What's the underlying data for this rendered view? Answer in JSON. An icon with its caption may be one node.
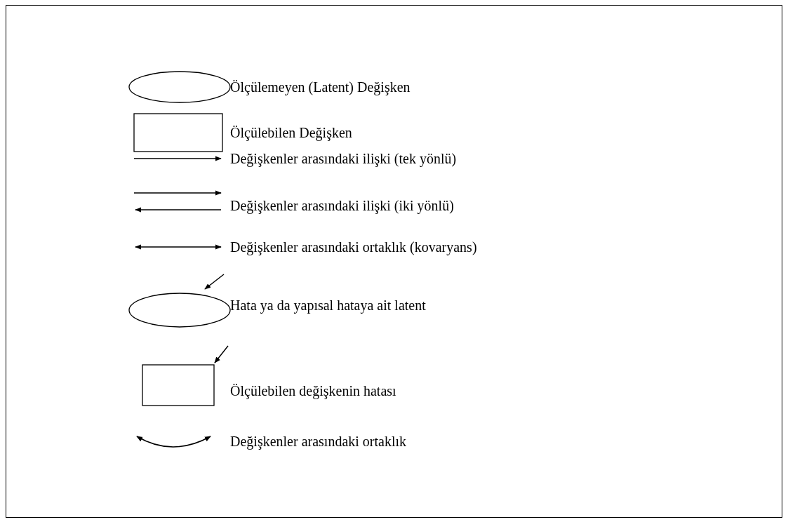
{
  "diagram": {
    "legend": [
      {
        "text": "Ölçülemeyen (Latent) Değişken"
      },
      {
        "text": "Ölçülebilen Değişken"
      },
      {
        "text": "Değişkenler arasındaki ilişki (tek yönlü)"
      },
      {
        "text": "Değişkenler arasındaki ilişki (iki yönlü)"
      },
      {
        "text": "Değişkenler arasındaki ortaklık (kovaryans)"
      },
      {
        "text": "Hata ya da yapısal hataya ait latent"
      },
      {
        "text": "Ölçülebilen değişkenin hatası"
      },
      {
        "text": "Değişkenler arasındaki ortaklık"
      }
    ]
  }
}
